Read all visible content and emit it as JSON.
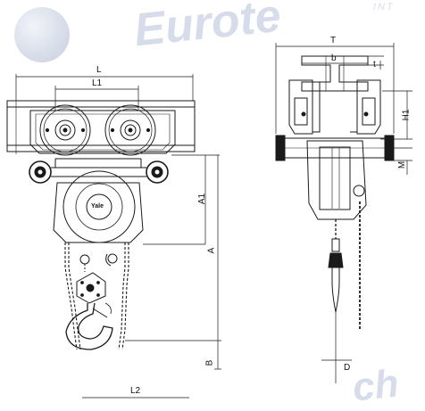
{
  "watermark": {
    "top": "Eurote",
    "top_small": "INT",
    "bottom": "ch"
  },
  "hoist_brand": "Yale",
  "dimension_labels": {
    "L": "L",
    "L1": "L1",
    "A": "A",
    "A1": "A1",
    "B": "B",
    "L2": "L2",
    "T": "T",
    "b": "b",
    "t": "t",
    "H1": "H1",
    "M": "M",
    "D": "D"
  },
  "colors": {
    "line": "#1a1a1a",
    "watermark": "#8e9ec8",
    "globe": "#b9c4d8"
  }
}
